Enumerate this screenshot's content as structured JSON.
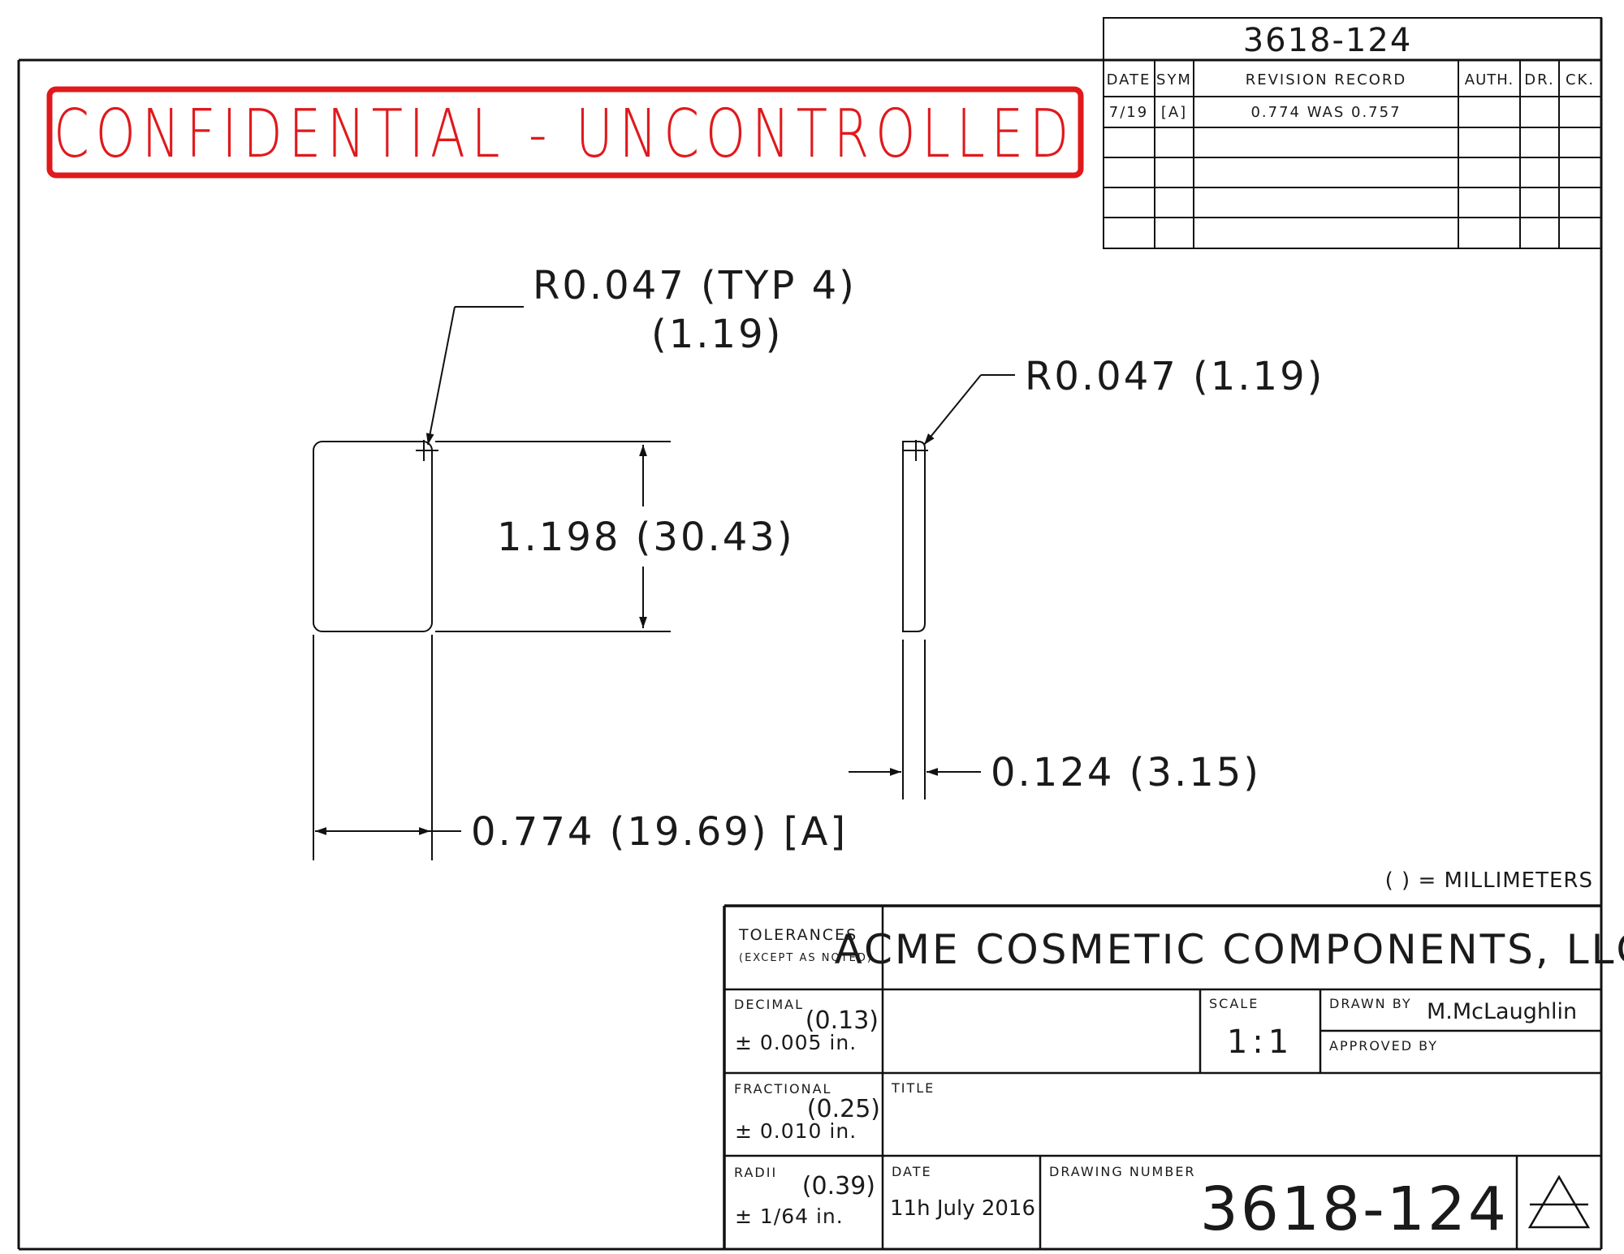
{
  "drawing_number_top": "3618-124",
  "revision_record": {
    "headers": {
      "date": "DATE",
      "sym": "SYM",
      "record": "REVISION RECORD",
      "auth": "AUTH.",
      "dr": "DR.",
      "ck": "CK."
    },
    "rows": [
      {
        "date": "7/19",
        "sym": "[A]",
        "record": "0.774 WAS 0.757",
        "auth": "",
        "dr": "",
        "ck": ""
      }
    ]
  },
  "stamp": {
    "text": "CONFIDENTIAL - UNCONTROLLED",
    "color": "#e0191c"
  },
  "dimensions": {
    "corner_radius_line1": "R0.047 (TYP 4)",
    "corner_radius_line2": "(1.19)",
    "side_radius": "R0.047 (1.19)",
    "height": "1.198 (30.43)",
    "width": "0.774 (19.69) [A]",
    "thickness": "0.124 (3.15)"
  },
  "units_note": "( ) = MILLIMETERS",
  "title_block": {
    "company": "ACME COSMETIC COMPONENTS, LLC",
    "tolerances_label": "TOLERANCES",
    "tolerances_note": "(EXCEPT AS NOTED)",
    "decimal_label": "DECIMAL",
    "decimal_mm": "(0.13)",
    "decimal_value": "± 0.005 in.",
    "fractional_label": "FRACTIONAL",
    "fractional_mm": "(0.25)",
    "fractional_value": "± 0.010 in.",
    "radii_label": "RADII",
    "radii_mm": "(0.39)",
    "radii_value": "± 1/64 in.",
    "scale_label": "SCALE",
    "scale_value": "1:1",
    "drawn_by_label": "DRAWN BY",
    "drawn_by_value": "M.McLaughlin",
    "approved_by_label": "APPROVED BY",
    "title_label": "TITLE",
    "date_label": "DATE",
    "date_value": "11h July 2016",
    "drawing_number_label": "DRAWING NUMBER",
    "drawing_number_value": "3618-124"
  }
}
